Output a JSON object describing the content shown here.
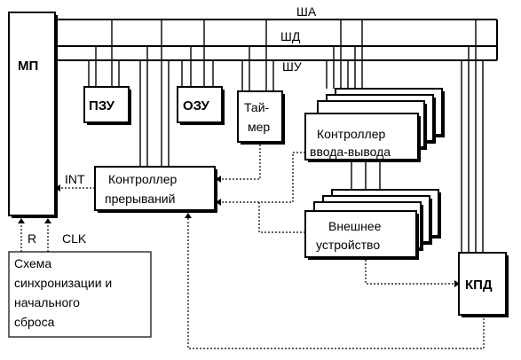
{
  "buses": {
    "address": "ША",
    "data": "ШД",
    "control": "ШУ"
  },
  "blocks": {
    "cpu": "МП",
    "rom": "ПЗУ",
    "ram": "ОЗУ",
    "timer_line1": "Тай-",
    "timer_line2": "мер",
    "io_controller_line1": "Контроллер",
    "io_controller_line2": "ввода-вывода",
    "interrupt_controller_line1": "Контроллер",
    "interrupt_controller_line2": "прерываний",
    "external_device_line1": "Внешнее",
    "external_device_line2": "устройство",
    "dma": "КПД",
    "sync_line1": "Схема",
    "sync_line2": "синхронизации и",
    "sync_line3": "начального",
    "sync_line4": "сброса"
  },
  "signals": {
    "int": "INT",
    "reset": "R",
    "clock": "CLK"
  }
}
